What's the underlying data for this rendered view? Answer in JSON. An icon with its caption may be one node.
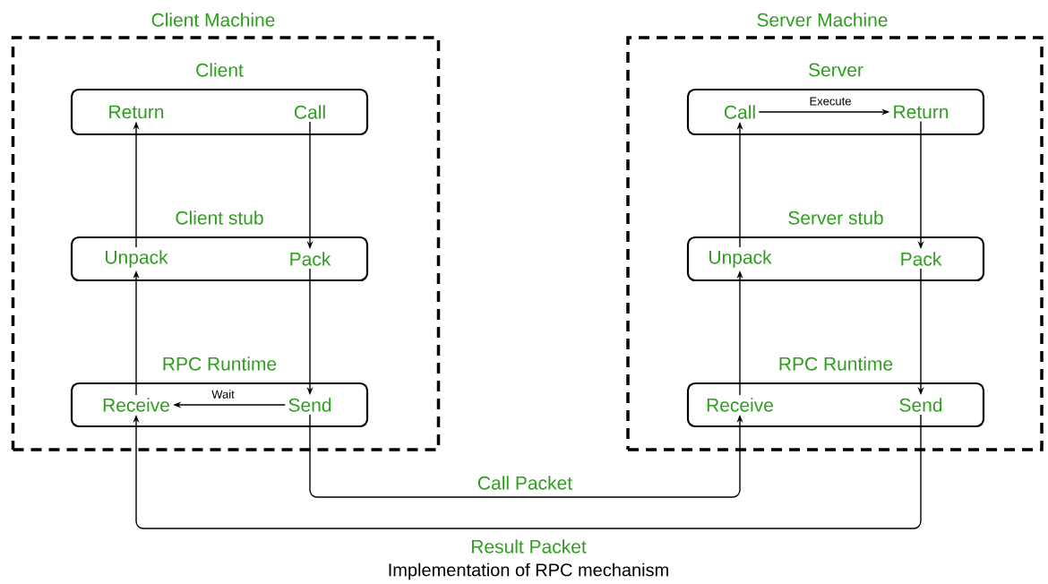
{
  "diagram": {
    "caption": "Implementation of RPC mechanism",
    "nodes": [
      {
        "text": [
          "Client Machine"
        ]
      },
      {
        "text": [
          "Client"
        ],
        "in": 0
      },
      {
        "text": [
          "Return"
        ],
        "in": 1
      },
      {
        "text": [
          "Call"
        ],
        "in": 1
      },
      {
        "text": [
          "Client stub"
        ],
        "in": 0
      },
      {
        "text": [
          "Unpack"
        ],
        "in": 4
      },
      {
        "text": [
          "Pack"
        ],
        "in": 4
      },
      {
        "text": [
          "RPC Runtime"
        ],
        "in": 0
      },
      {
        "text": [
          "Receive"
        ],
        "in": 7
      },
      {
        "text": [
          "Send"
        ],
        "in": 7
      },
      {
        "text": [
          "Server Machine"
        ]
      },
      {
        "text": [
          "Server"
        ],
        "in": 10
      },
      {
        "text": [
          "Call"
        ],
        "in": 11
      },
      {
        "text": [
          "Return"
        ],
        "in": 11
      },
      {
        "text": [
          "Server stub"
        ],
        "in": 10
      },
      {
        "text": [
          "Unpack"
        ],
        "in": 14
      },
      {
        "text": [
          "Pack"
        ],
        "in": 14
      },
      {
        "text": [
          "RPC Runtime"
        ],
        "in": 10
      },
      {
        "text": [
          "Receive"
        ],
        "in": 17
      },
      {
        "text": [
          "Send"
        ],
        "in": 17
      }
    ],
    "edges": [
      {
        "from": 3,
        "to": 6,
        "arrow": "to"
      },
      {
        "from": 6,
        "to": 9,
        "arrow": "to"
      },
      {
        "from": 9,
        "to": 8,
        "arrow": "to",
        "label": "Wait"
      },
      {
        "from": 8,
        "to": 5,
        "arrow": "to"
      },
      {
        "from": 5,
        "to": 2,
        "arrow": "to"
      },
      {
        "from": 9,
        "to": 18,
        "arrow": "to",
        "label": "Call Packet"
      },
      {
        "from": 18,
        "to": 15,
        "arrow": "to"
      },
      {
        "from": 15,
        "to": 12,
        "arrow": "to"
      },
      {
        "from": 12,
        "to": 13,
        "arrow": "to",
        "label": "Execute"
      },
      {
        "from": 13,
        "to": 16,
        "arrow": "to"
      },
      {
        "from": 16,
        "to": 19,
        "arrow": "to"
      },
      {
        "from": 19,
        "to": 8,
        "arrow": "to",
        "label": "Result Packet"
      }
    ]
  }
}
